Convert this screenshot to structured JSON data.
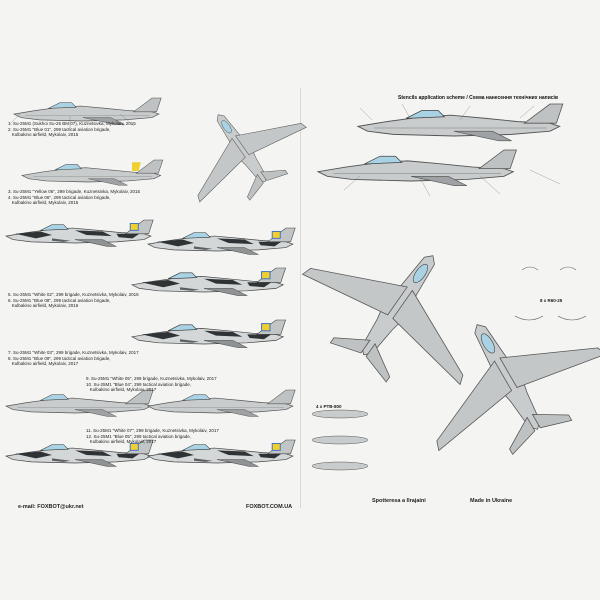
{
  "header": {
    "title": "Stencils application scheme / Схема нанесення технічних написів"
  },
  "captions": {
    "c1": "1. Su-25M1 (Sukhoi Su-25 BM 07), Kuznetsivka, Mykolaiv, 2015\n2. Su-25M1 \"Blue 01\", 299 tactical aviation brigade,\n   Kulbakino airfield, Mykolaiv, 2015",
    "c2": "3. Su-25M1 \"Yellow 06\", 299 brigade, Kuznetsivka, Mykolaiv, 2015\n4. Su-25M1 \"Blue 06\", 299 tactical aviation brigade,\n   Kulbakino airfield, Mykolaiv, 2015",
    "c3": "5. Su-25M1 \"White 02\", 299 brigade, Kuznetsivka, Mykolaiv, 2016\n6. Su-25M1 \"Blue 08\", 299 tactical aviation brigade,\n   Kulbakino airfield, Mykolaiv, 2016",
    "c4": "7. Su-25M1 \"White 03\", 299 brigade, Kuznetsivka, Mykolaiv, 2017\n8. Su-25M1 \"Blue 09\", 299 tactical aviation brigade,\n   Kulbakino airfield, Mykolaiv, 2017",
    "c5": "9. Su-25M1 \"White 05\", 299 brigade, Kuznetsivka, Mykolaiv, 2017\n10. Su-25M1 \"Blue 04\", 299 tactical aviation brigade,\n   Kulbakino airfield, Mykolaiv, 2017",
    "c6": "11. Su-25M1 \"White 07\", 299 brigade, Kuznetsivka, Mykolaiv, 2017\n12. Su-25M1 \"Blue 05\", 299 tactical aviation brigade,\n   Kulbakino airfield, Mykolaiv, 2017"
  },
  "labels": {
    "ptb": "4 x PTB-800",
    "r95": "8 x R60-25"
  },
  "footer": {
    "email": "e-mail: FOXBOT@ukr.net",
    "site": "FOXBOT.COM.UA",
    "made_with": "Spotteresa a Ilrajaini",
    "made_in": "Made in Ukraine"
  },
  "colors": {
    "aircraft_grey": "#c9cccd",
    "aircraft_dark": "#5a5e60",
    "camo_dark": "#2f3335",
    "canopy_blue": "#a9d3e4",
    "background": "#f4f4f2"
  }
}
